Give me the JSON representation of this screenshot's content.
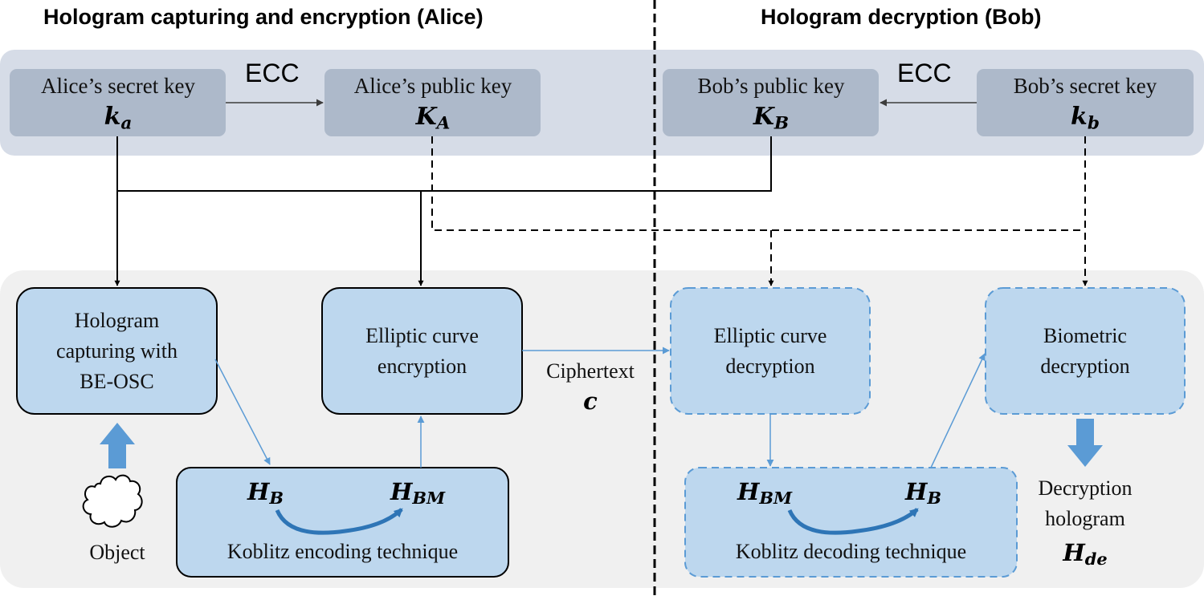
{
  "header": {
    "left_title": "Hologram capturing and encryption (Alice)",
    "right_title": "Hologram decryption (Bob)"
  },
  "keys": {
    "ecc_left": "ECC",
    "ecc_right": "ECC",
    "alice_secret": {
      "label": "Alice’s secret key",
      "sym": "k",
      "sub": "a"
    },
    "alice_public": {
      "label": "Alice’s public key",
      "sym": "K",
      "sub": "A"
    },
    "bob_public": {
      "label": "Bob’s public key",
      "sym": "K",
      "sub": "B"
    },
    "bob_secret": {
      "label": "Bob’s secret key",
      "sym": "k",
      "sub": "b"
    }
  },
  "boxes": {
    "capture": {
      "line1": "Hologram",
      "line2": "capturing with",
      "line3": "BE-OSC"
    },
    "ec_encrypt": {
      "line1": "Elliptic curve",
      "line2": "encryption"
    },
    "ec_decrypt": {
      "line1": "Elliptic curve",
      "line2": "decryption"
    },
    "bio_decrypt": {
      "line1": "Biometric",
      "line2": "decryption"
    },
    "koblitz_enc": {
      "label": "Koblitz encoding technique",
      "from_sym": "H",
      "from_sub": "B",
      "to_sym": "H",
      "to_sub": "BM"
    },
    "koblitz_dec": {
      "label": "Koblitz decoding technique",
      "from_sym": "H",
      "from_sub": "BM",
      "to_sym": "H",
      "to_sub": "B"
    }
  },
  "labels": {
    "object": "Object",
    "ciphertext": "Ciphertext",
    "ciphertext_sym": "c",
    "decryption_line1": "Decryption",
    "decryption_line2": "hologram",
    "decryption_sym": "H",
    "decryption_sub": "de"
  },
  "colors": {
    "key_band": "#d6dce7",
    "key_box": "#adb9ca",
    "process_band": "#f0f0f0",
    "process_box": "#bdd7ee",
    "accent_arrow": "#5b9bd5",
    "curve_arrow": "#2e75b6"
  }
}
